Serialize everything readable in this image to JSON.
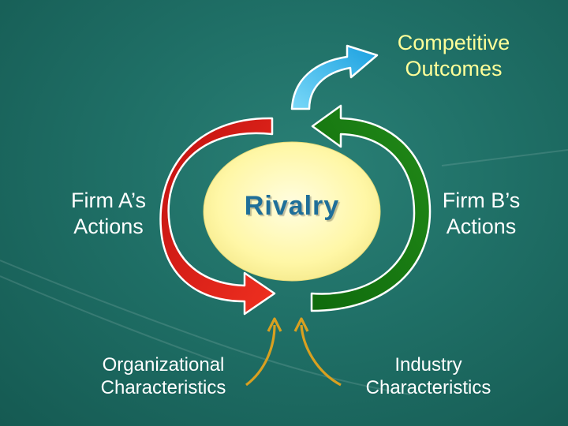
{
  "labels": {
    "competitive_outcomes_line1": "Competitive",
    "competitive_outcomes_line2": "Outcomes",
    "firm_a_line1": "Firm A’s",
    "firm_a_line2": "Actions",
    "firm_b_line1": "Firm B’s",
    "firm_b_line2": "Actions",
    "rivalry": "Rivalry",
    "org_line1": "Organizational",
    "org_line2": "Characteristics",
    "industry_line1": "Industry",
    "industry_line2": "Characteristics"
  },
  "colors": {
    "background": "#1f6f66",
    "center_ellipse": "#fffbb0",
    "red_arrow": "#e0201c",
    "green_arrow": "#1a7a12",
    "blue_arrow": "#3ab8e8",
    "gold_arrow": "#f0c040",
    "outcomes_text": "#ffff99",
    "rivalry_text": "#1f6f99"
  }
}
